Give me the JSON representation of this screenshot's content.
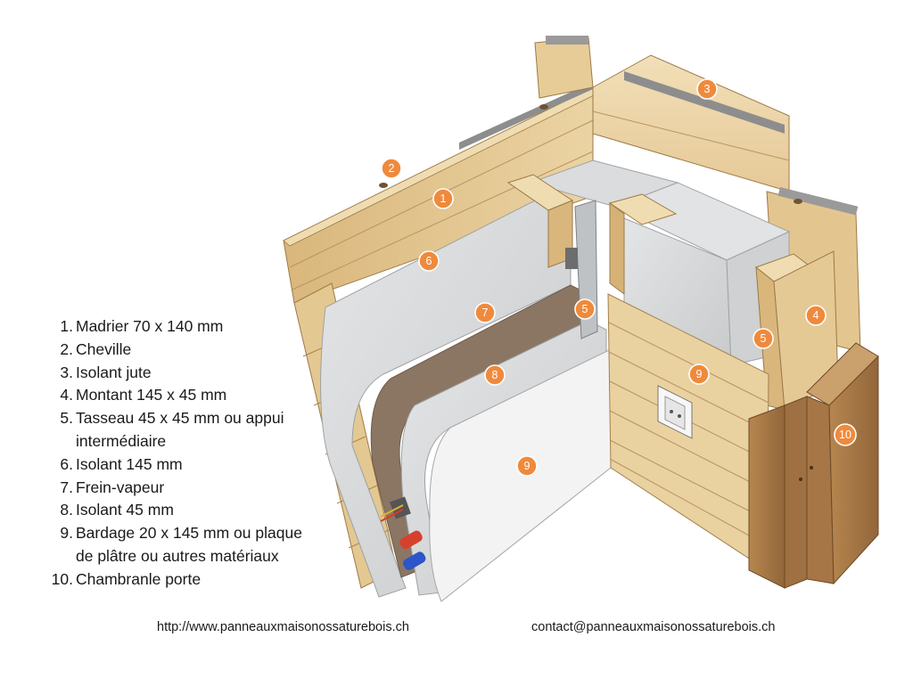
{
  "legend": [
    {
      "num": "1.",
      "text": "Madrier 70 x 140 mm"
    },
    {
      "num": "2.",
      "text": "Cheville"
    },
    {
      "num": "3.",
      "text": "Isolant jute"
    },
    {
      "num": "4.",
      "text": "Montant 145 x 45 mm"
    },
    {
      "num": "5.",
      "text": "Tasseau 45 x 45 mm ou appui\nintermédiaire"
    },
    {
      "num": "6.",
      "text": "Isolant 145 mm"
    },
    {
      "num": "7.",
      "text": "Frein-vapeur"
    },
    {
      "num": "8.",
      "text": "Isolant 45 mm"
    },
    {
      "num": "9.",
      "text": "Bardage 20 x 145 mm ou plaque\nde plâtre ou autres matériaux"
    },
    {
      "num": "10.",
      "text": "Chambranle porte"
    }
  ],
  "callouts": [
    "1",
    "2",
    "3",
    "4",
    "5",
    "5",
    "6",
    "7",
    "8",
    "9",
    "9",
    "10"
  ],
  "footer": {
    "website": "http://www.panneauxmaisonossaturebois.ch",
    "email": "contact@panneauxmaisonossaturebois.ch"
  },
  "colors": {
    "wood": "#e2c48e",
    "wood_dark": "#c9a465",
    "insulation": "#d3d5d6",
    "vapour_barrier": "#8a7563",
    "callout": "#ef8a3c",
    "door_frame": "#a77845"
  }
}
